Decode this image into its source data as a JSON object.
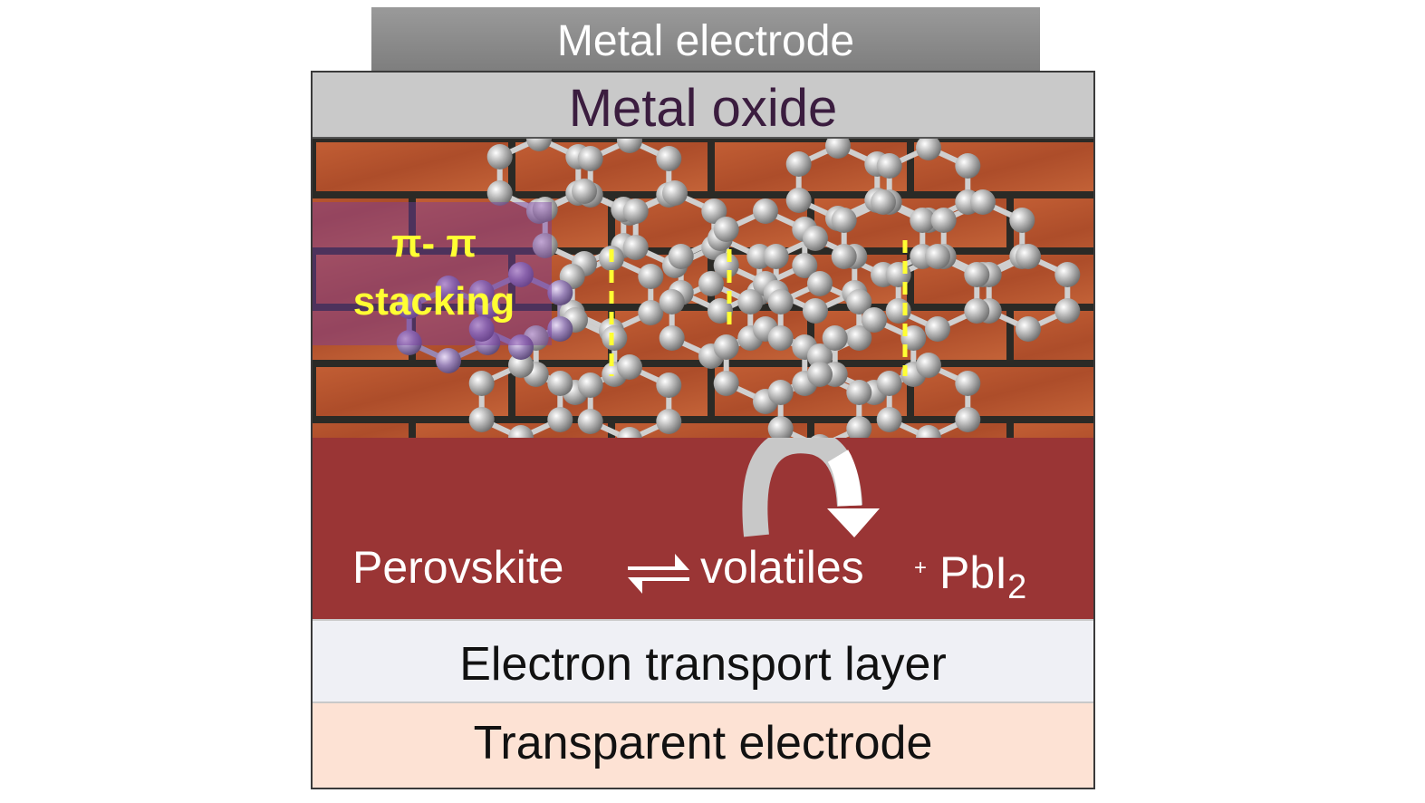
{
  "layers": {
    "metal_electrode": "Metal electrode",
    "metal_oxide": "Metal oxide",
    "electron_transport": "Electron transport layer",
    "transparent_electrode": "Transparent electrode"
  },
  "interaction": {
    "line1": "π- π",
    "line2": "stacking"
  },
  "reaction": {
    "reactant": "Perovskite",
    "product1": "volatiles",
    "plus": "+",
    "product2": "PbI",
    "subscript": "2"
  },
  "colors": {
    "brick": "#b5532e",
    "mortar": "#2b2a26",
    "perovskite": "#9a3535",
    "metal_oxide": "#c9c9c9",
    "etl": "#eff0f5",
    "transparent_electrode": "#fde2d4",
    "stacking_label": "#ffff33"
  }
}
